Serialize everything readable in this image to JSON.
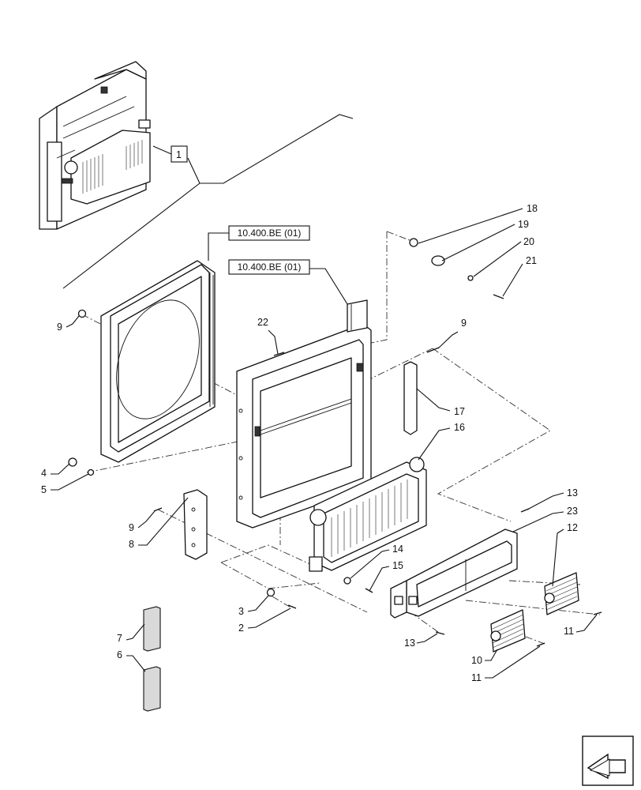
{
  "callouts": {
    "c1": "1",
    "c2": "2",
    "c3": "3",
    "c4": "4",
    "c5": "5",
    "c6": "6",
    "c7": "7",
    "c8": "8",
    "c9a": "9",
    "c9b": "9",
    "c9c": "9",
    "c10": "10",
    "c11a": "11",
    "c11b": "11",
    "c12": "12",
    "c13a": "13",
    "c13b": "13",
    "c14": "14",
    "c15": "15",
    "c16": "16",
    "c17": "17",
    "c18": "18",
    "c19": "19",
    "c20": "20",
    "c21": "21",
    "c22": "22",
    "c23": "23"
  },
  "references": {
    "ref_top": "10.400.BE (01)",
    "ref_mid": "10.400.BE (01)"
  },
  "icons": {
    "corner": "navigation-arrow-icon"
  }
}
